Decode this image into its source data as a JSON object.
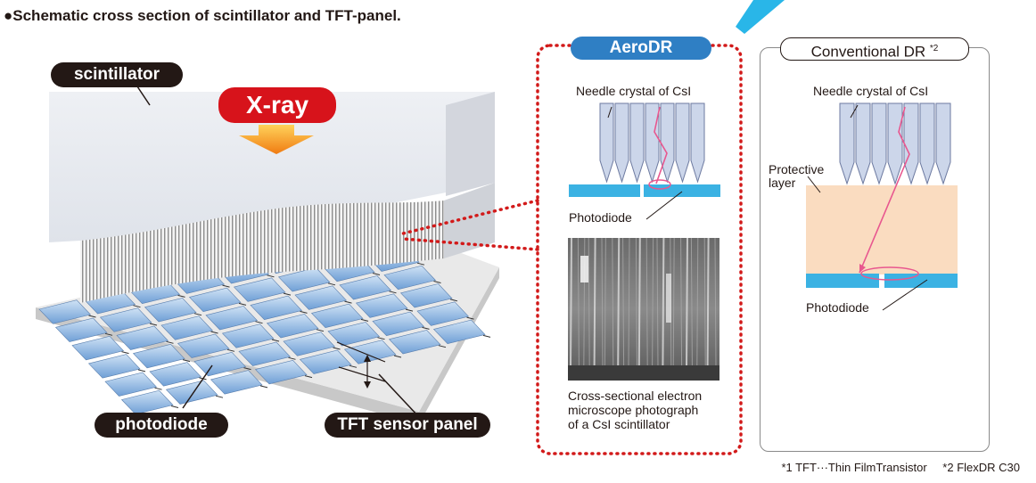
{
  "title": "●Schematic cross section of scintillator and TFT-panel.",
  "left_diagram": {
    "scintillator_label": "scintillator",
    "xray_label": "X-ray",
    "photodiode_label": "photodiode",
    "tft_label": "TFT sensor panel"
  },
  "aerodr_panel": {
    "badge": "AeroDR",
    "needle_label": "Needle crystal of CsI",
    "photodiode_label": "Photodiode",
    "photo_caption": [
      "Cross-sectional electron",
      "microscope photograph",
      "of a CsI scintillator"
    ]
  },
  "conventional_panel": {
    "badge": "Conventional DR",
    "badge_sup": "*2",
    "needle_label": "Needle crystal of CsI",
    "protective_label": [
      "Protective",
      "layer"
    ],
    "photodiode_label": "Photodiode"
  },
  "footnotes": [
    "*1 TFT···Thin FilmTransistor",
    "*2 FlexDR C30"
  ],
  "colors": {
    "accent_red": "#d7131b",
    "aerodr_blue": "#2f7fc4",
    "photodiode_blue": "#3bb2e3",
    "protective_peach": "#fadcc0",
    "xray_orange": "#f39a1e",
    "ray_pink": "#e8578f",
    "dotted_red": "#d21a1a"
  }
}
